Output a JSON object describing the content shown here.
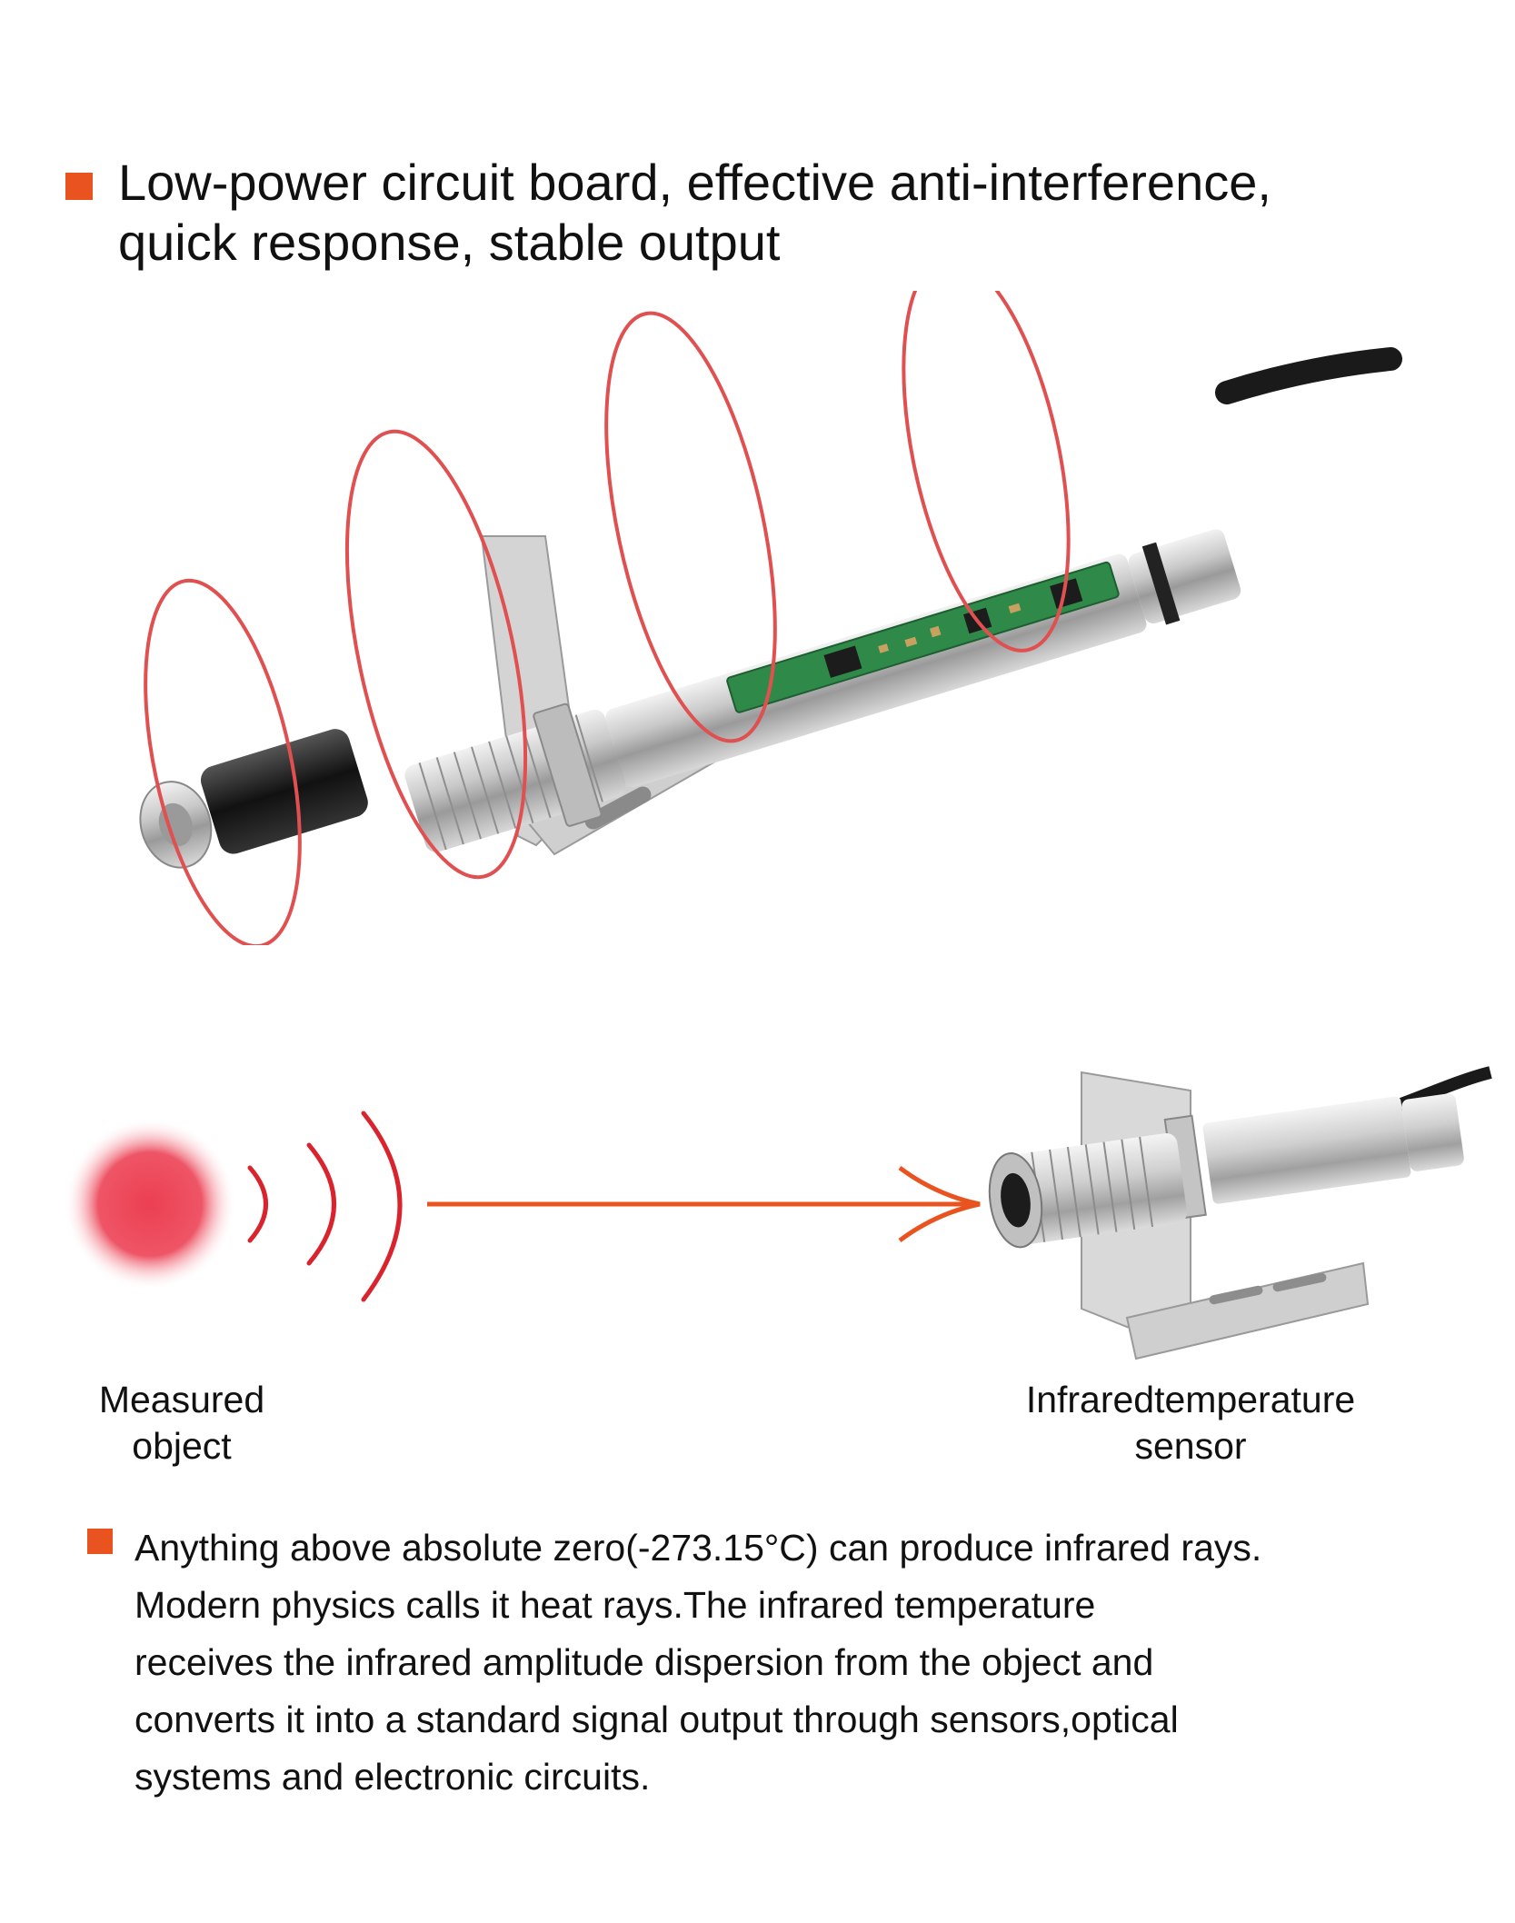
{
  "heading": {
    "text": "Low-power circuit board, effective anti-interference,\nquick response, stable output"
  },
  "captions": {
    "measured_object": "Measured object",
    "sensor": "Infraredtemperature sensor"
  },
  "paragraph": {
    "text": "Anything above absolute zero(-273.15°C) can produce infrared rays.\nModern physics calls it heat rays.The infrared temperature\nreceives the infrared amplitude dispersion from the object and\nconverts it into a standard signal output through sensors,optical\nsystems and electronic circuits."
  },
  "colors": {
    "accent": "#e8531f",
    "ring": "#e05050",
    "wave": "#d9232d",
    "arrow": "#e8531f",
    "object_glow": "#ec4a5a"
  },
  "icons": {
    "bullet": "orange-square-icon"
  }
}
